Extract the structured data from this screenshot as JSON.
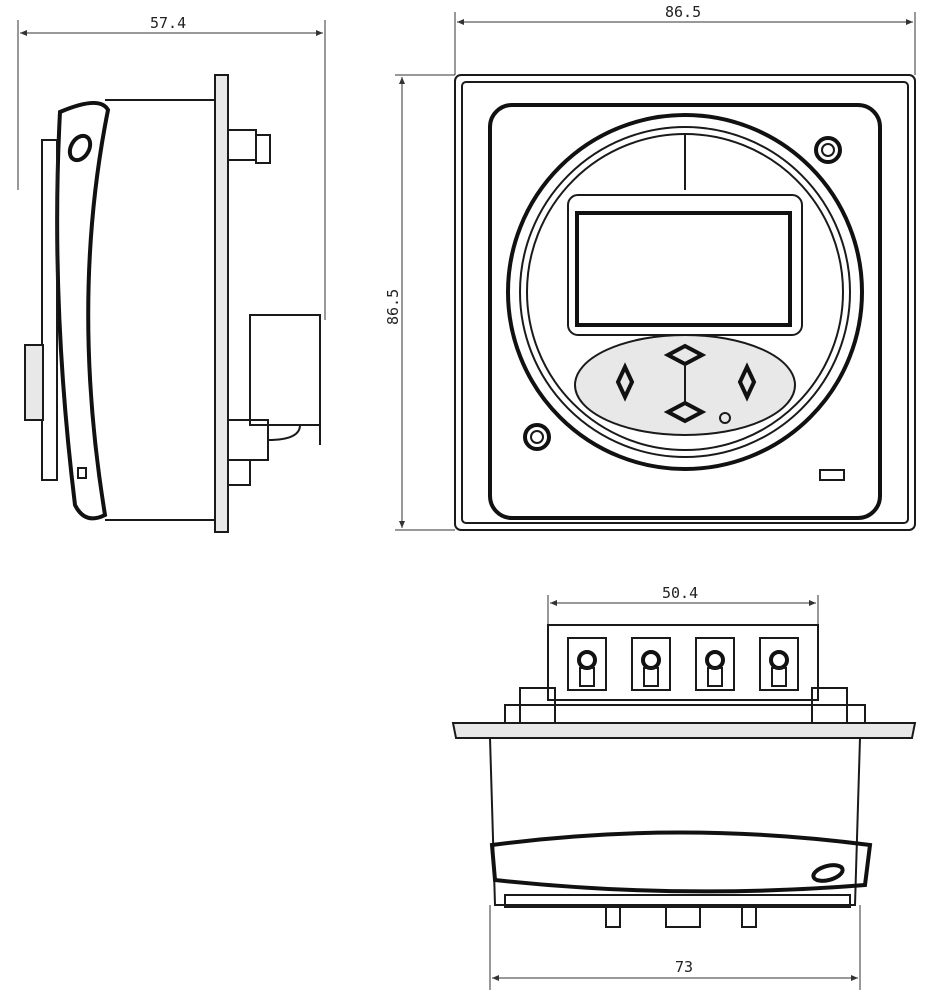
{
  "dimensions": {
    "side_depth": "57.4",
    "front_width": "86.5",
    "front_height": "86.5",
    "terminal_width": "50.4",
    "body_width": "73"
  },
  "colors": {
    "line": "#1a1a1a",
    "background": "#ffffff"
  }
}
